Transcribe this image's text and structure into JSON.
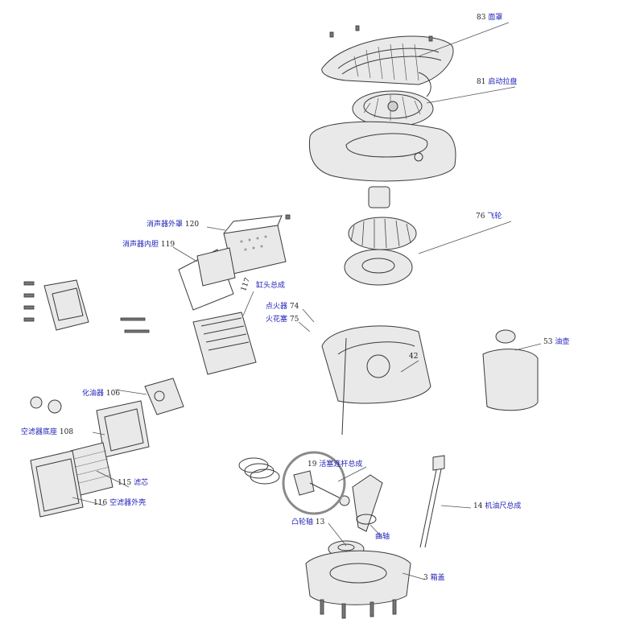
{
  "callouts": [
    {
      "id": "c83",
      "number": "83",
      "text": "面罩"
    },
    {
      "id": "c81",
      "number": "81",
      "text": "启动拉盘"
    },
    {
      "id": "c76",
      "number": "76",
      "text": "飞轮"
    },
    {
      "id": "c120",
      "number": "120",
      "text": "消声器外罩"
    },
    {
      "id": "c119",
      "number": "119",
      "text": "消声器内胆"
    },
    {
      "id": "c117",
      "number": "117",
      "text": "缸头总成"
    },
    {
      "id": "c74",
      "number": "74",
      "text": "点火器"
    },
    {
      "id": "c75",
      "number": "75",
      "text": "火花塞"
    },
    {
      "id": "c42",
      "number": "42",
      "text": ""
    },
    {
      "id": "c53",
      "number": "53",
      "text": "油壶"
    },
    {
      "id": "c106",
      "number": "106",
      "text": "化油器"
    },
    {
      "id": "c108",
      "number": "108",
      "text": "空滤器底座"
    },
    {
      "id": "c115",
      "number": "115",
      "text": "滤芯"
    },
    {
      "id": "c116",
      "number": "116",
      "text": "空滤器外壳"
    },
    {
      "id": "c19",
      "number": "19",
      "text": "活塞连杆总成"
    },
    {
      "id": "c14",
      "number": "14",
      "text": "机油尺总成"
    },
    {
      "id": "c13",
      "number": "13",
      "text": "凸轮轴"
    },
    {
      "id": "c_crank",
      "number": "",
      "text": "曲轴"
    },
    {
      "id": "c3",
      "number": "3",
      "text": "箱盖"
    }
  ]
}
